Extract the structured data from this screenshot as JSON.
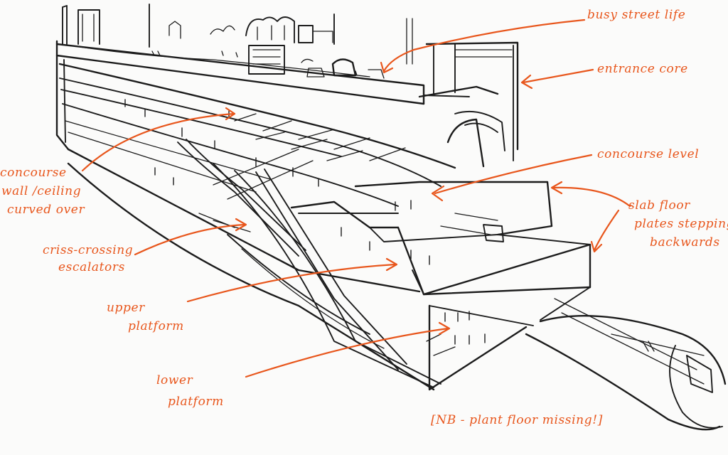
{
  "annotation_color": "#e8561c",
  "ink_color": "#1c1c1c",
  "annotations": {
    "busy_street_life": "busy street life",
    "entrance_core": "entrance core",
    "concourse_level": "concourse level",
    "concourse_wall": [
      "concourse",
      "wall /ceiling",
      "curved over"
    ],
    "slab_floor_plates": [
      "slab floor",
      "plates stepping",
      "backwards"
    ],
    "criss_crossing_escalators": [
      "criss-crossing",
      "escalators"
    ],
    "upper_platform": [
      "upper",
      "platform"
    ],
    "lower_platform": [
      "lower",
      "platform"
    ],
    "plant_floor_note": "[NB - plant floor missing!]"
  }
}
